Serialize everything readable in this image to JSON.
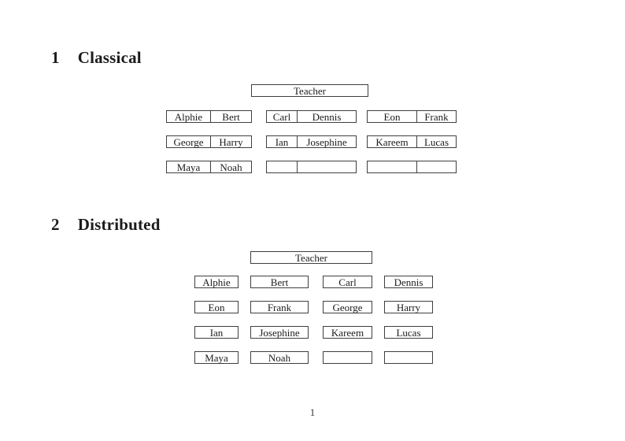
{
  "document": {
    "page_number": "1",
    "background_color": "#ffffff",
    "border_color": "#3f3f3f",
    "text_color": "#1b1b1b"
  },
  "sections": {
    "classical": {
      "number": "1",
      "title": "Classical",
      "teacher_label": "Teacher",
      "rows": [
        {
          "desks": [
            {
              "seats": [
                "Alphie",
                "Bert"
              ]
            },
            {
              "seats": [
                "Carl",
                "Dennis"
              ]
            },
            {
              "seats": [
                "Eon",
                "Frank"
              ]
            }
          ]
        },
        {
          "desks": [
            {
              "seats": [
                "George",
                "Harry"
              ]
            },
            {
              "seats": [
                "Ian",
                "Josephine"
              ]
            },
            {
              "seats": [
                "Kareem",
                "Lucas"
              ]
            }
          ]
        },
        {
          "desks": [
            {
              "seats": [
                "Maya",
                "Noah"
              ]
            },
            {
              "seats": [
                "",
                ""
              ]
            },
            {
              "seats": [
                "",
                ""
              ]
            }
          ]
        }
      ]
    },
    "distributed": {
      "number": "2",
      "title": "Distributed",
      "teacher_label": "Teacher",
      "rows": [
        {
          "desks": [
            "Alphie",
            "Bert",
            "Carl",
            "Dennis"
          ]
        },
        {
          "desks": [
            "Eon",
            "Frank",
            "George",
            "Harry"
          ]
        },
        {
          "desks": [
            "Ian",
            "Josephine",
            "Kareem",
            "Lucas"
          ]
        },
        {
          "desks": [
            "Maya",
            "Noah",
            "",
            ""
          ]
        }
      ]
    }
  }
}
